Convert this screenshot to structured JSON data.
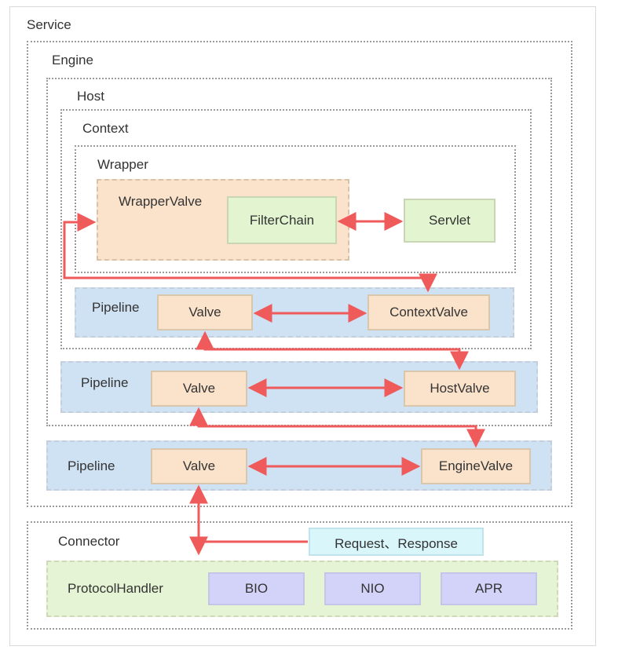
{
  "containers": {
    "service": "Service",
    "engine": "Engine",
    "host": "Host",
    "context": "Context",
    "wrapper": "Wrapper",
    "connector": "Connector"
  },
  "wrapper_valve": {
    "label": "WrapperValve",
    "filter_chain": "FilterChain",
    "servlet": "Servlet"
  },
  "context_pipeline": {
    "label": "Pipeline",
    "valve": "Valve",
    "basic_valve": "ContextValve"
  },
  "host_pipeline": {
    "label": "Pipeline",
    "valve": "Valve",
    "basic_valve": "HostValve"
  },
  "engine_pipeline": {
    "label": "Pipeline",
    "valve": "Valve",
    "basic_valve": "EngineValve"
  },
  "connector": {
    "request_response": "Request、Response",
    "protocol_handler": "ProtocolHandler",
    "bio": "BIO",
    "nio": "NIO",
    "apr": "APR"
  },
  "colors": {
    "arrow": "#ef5b5b",
    "pipeline_fill": "#cfe2f3",
    "valve_fill": "#fbe3cb",
    "component_fill": "#e2f5d0",
    "io_fill": "#d3d3f9",
    "request_fill": "#d9f6fb"
  }
}
